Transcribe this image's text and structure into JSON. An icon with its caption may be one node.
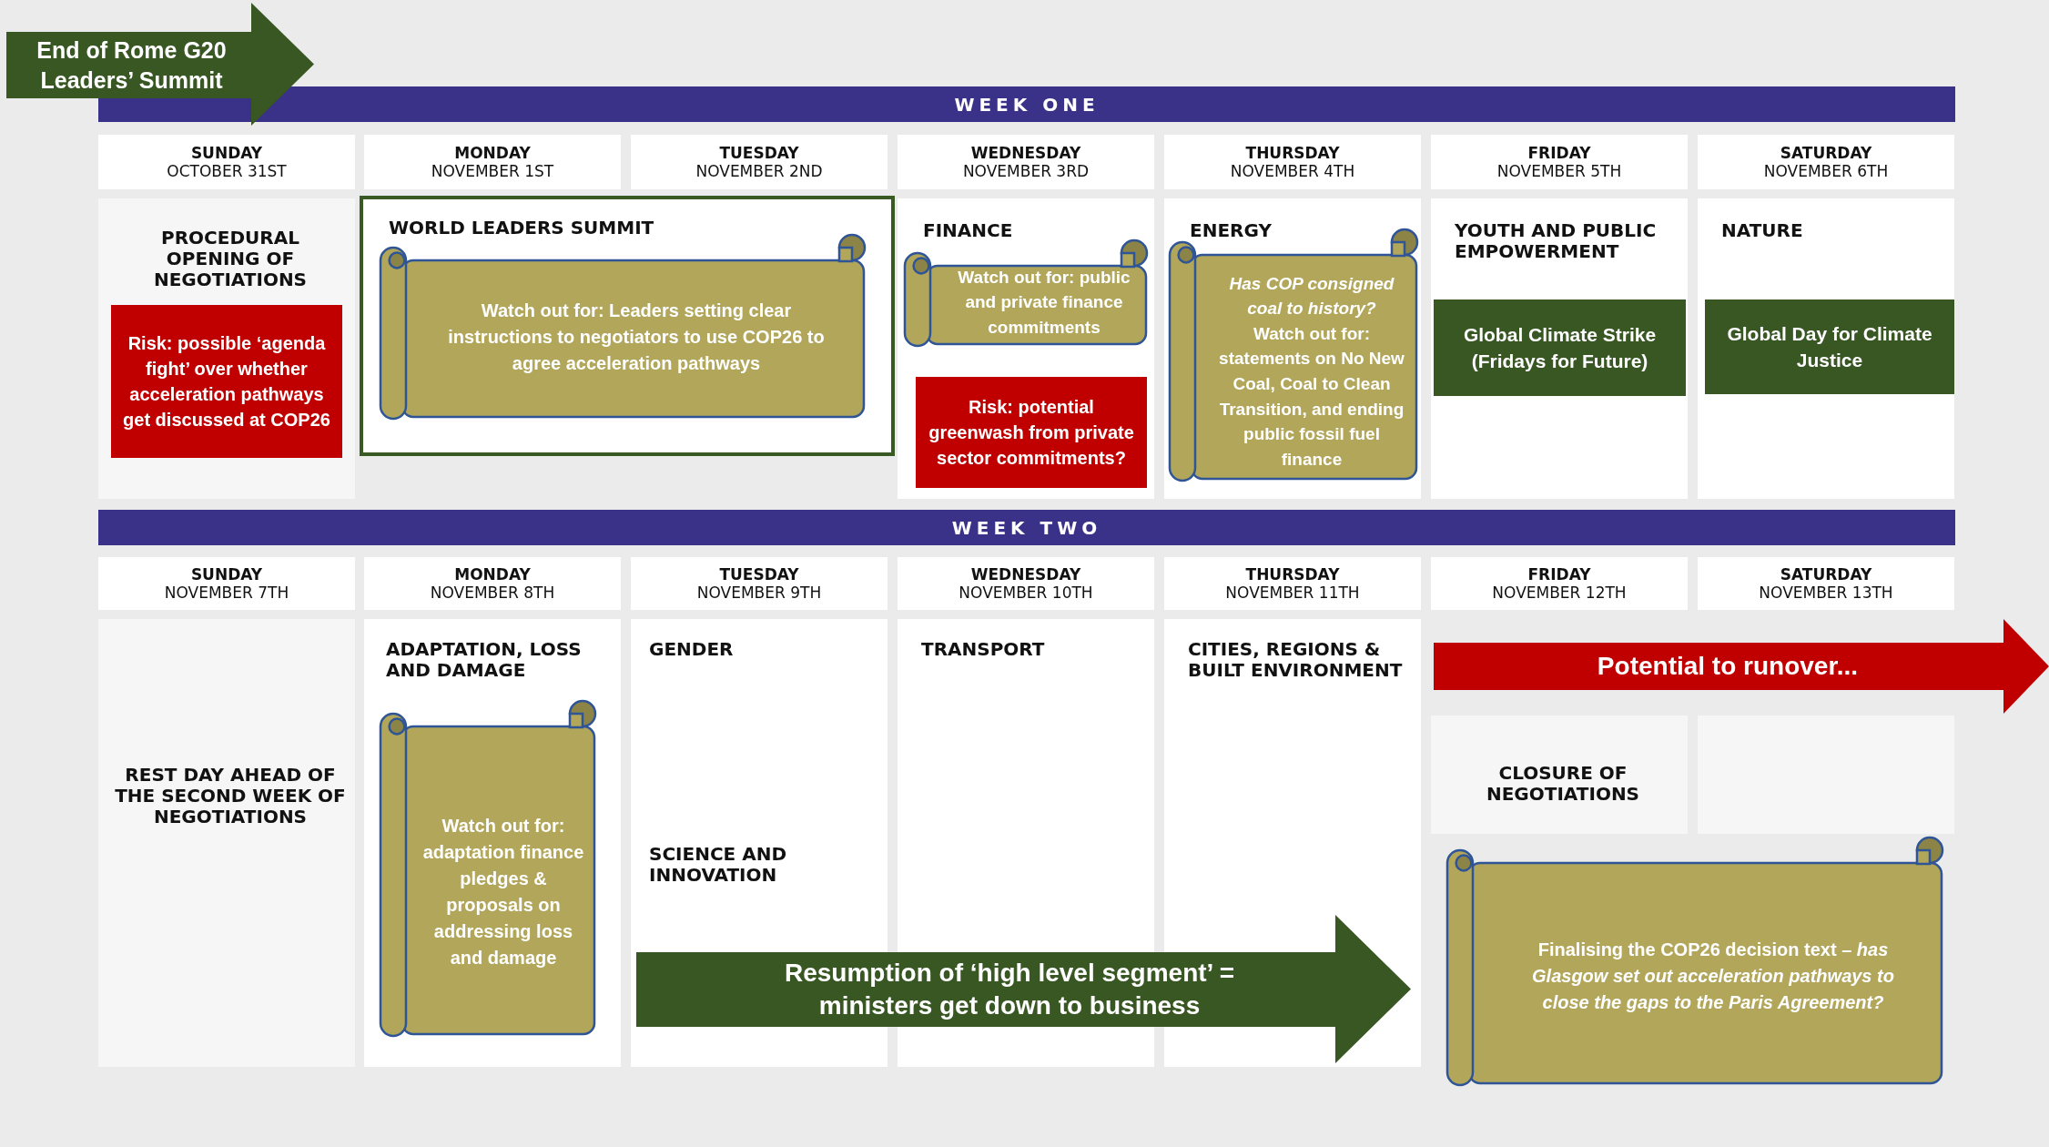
{
  "diagram": {
    "nodes": [
      {
        "text": [
          "End of Rome G20 Leaders’ Summit"
        ]
      },
      {
        "text": [
          "WEEK ONE"
        ]
      },
      {
        "text": [
          "SUNDAY",
          "OCTOBER 31ST"
        ]
      },
      {
        "text": [
          "MONDAY",
          "NOVEMBER 1ST"
        ]
      },
      {
        "text": [
          "TUESDAY",
          "NOVEMBER 2ND"
        ]
      },
      {
        "text": [
          "WEDNESDAY",
          "NOVEMBER 3RD"
        ]
      },
      {
        "text": [
          "THURSDAY",
          "NOVEMBER 4TH"
        ]
      },
      {
        "text": [
          "FRIDAY",
          "NOVEMBER 5TH"
        ]
      },
      {
        "text": [
          "SATURDAY",
          "NOVEMBER 6TH"
        ]
      },
      {
        "text": [
          "PROCEDURAL OPENING OF NEGOTIATIONS"
        ]
      },
      {
        "text": [
          "Risk: possible ‘agenda fight’ over whether acceleration pathways get discussed at COP26"
        ],
        "in": 9
      },
      {
        "text": [
          "WORLD LEADERS SUMMIT"
        ]
      },
      {
        "text": [
          "Watch out for: Leaders setting clear instructions to negotiators to use COP26 to agree acceleration pathways"
        ],
        "in": 11
      },
      {
        "text": [
          "FINANCE"
        ]
      },
      {
        "text": [
          "Watch out for: public and private finance commitments"
        ],
        "in": 13
      },
      {
        "text": [
          "Risk: potential greenwash from private sector commitments?"
        ],
        "in": 13
      },
      {
        "text": [
          "ENERGY"
        ]
      },
      {
        "text": [
          "Has COP consigned coal to history?",
          "Watch out for: statements on No New Coal, Coal to Clean Transition, and ending public fossil fuel finance"
        ],
        "in": 16
      },
      {
        "text": [
          "YOUTH AND PUBLIC EMPOWERMENT"
        ]
      },
      {
        "text": [
          "Global Climate Strike (Fridays for Future)"
        ],
        "in": 18
      },
      {
        "text": [
          "NATURE"
        ]
      },
      {
        "text": [
          "Global Day for Climate Justice"
        ],
        "in": 20
      },
      {
        "text": [
          "WEEK TWO"
        ]
      },
      {
        "text": [
          "SUNDAY",
          "NOVEMBER 7TH"
        ]
      },
      {
        "text": [
          "MONDAY",
          "NOVEMBER 8TH"
        ]
      },
      {
        "text": [
          "TUESDAY",
          "NOVEMBER 9TH"
        ]
      },
      {
        "text": [
          "WEDNESDAY",
          "NOVEMBER 10TH"
        ]
      },
      {
        "text": [
          "THURSDAY",
          "NOVEMBER 11TH"
        ]
      },
      {
        "text": [
          "FRIDAY",
          "NOVEMBER 12TH"
        ]
      },
      {
        "text": [
          "SATURDAY",
          "NOVEMBER 13TH"
        ]
      },
      {
        "text": [
          "REST DAY AHEAD OF THE SECOND WEEK OF NEGOTIATIONS"
        ]
      },
      {
        "text": [
          "ADAPTATION, LOSS AND DAMAGE"
        ]
      },
      {
        "text": [
          "Watch out for: adaptation finance pledges & proposals on addressing loss and damage"
        ],
        "in": 31
      },
      {
        "text": [
          "GENDER",
          "SCIENCE AND INNOVATION"
        ]
      },
      {
        "text": [
          "TRANSPORT"
        ]
      },
      {
        "text": [
          "CITIES, REGIONS & BUILT ENVIRONMENT"
        ]
      },
      {
        "text": [
          "CLOSURE OF NEGOTIATIONS"
        ]
      },
      {
        "text": [],
        "shape": "box"
      },
      {
        "text": [
          "Resumption of ‘high level segment’ = ministers get down to business"
        ]
      },
      {
        "text": [
          "Potential to runover..."
        ]
      },
      {
        "text": [
          "Finalising the COP26 decision text – *has Glasgow set out acceleration pathways to close the gaps to the Paris Agreement?*"
        ]
      }
    ]
  }
}
